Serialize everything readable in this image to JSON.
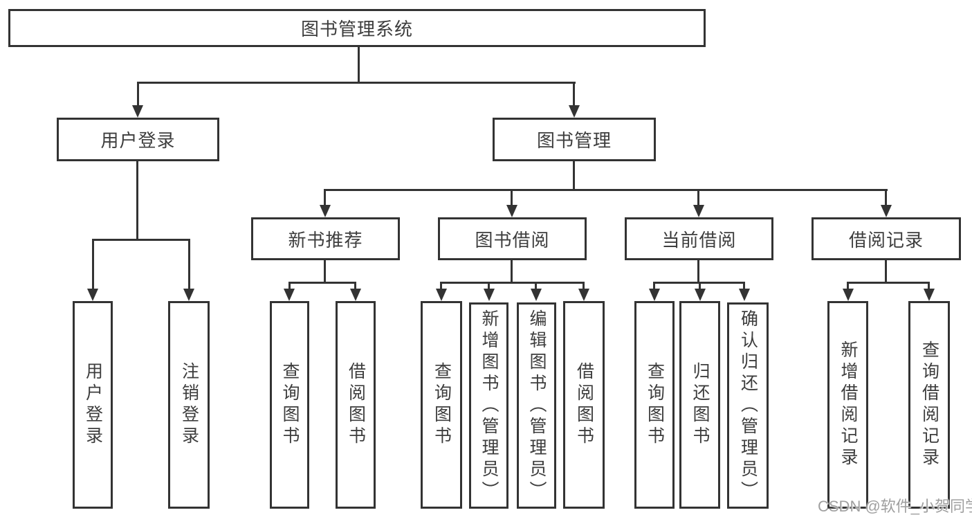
{
  "diagram": {
    "title": "图书管理系统",
    "root": {
      "label": "图书管理系统"
    },
    "level1": [
      {
        "id": "user-login",
        "label": "用户登录"
      },
      {
        "id": "book-management",
        "label": "图书管理"
      }
    ],
    "level2": [
      {
        "id": "new-book-recommendation",
        "label": "新书推荐"
      },
      {
        "id": "book-borrowing",
        "label": "图书借阅"
      },
      {
        "id": "current-borrowing",
        "label": "当前借阅"
      },
      {
        "id": "borrowing-records",
        "label": "借阅记录"
      }
    ],
    "leaves": [
      {
        "id": "user-login",
        "label": "用户登录"
      },
      {
        "id": "logout",
        "label": "注销登录"
      },
      {
        "id": "query-books-recommend",
        "label": "查询图书"
      },
      {
        "id": "borrow-books-recommend",
        "label": "借阅图书"
      },
      {
        "id": "query-books-borrow",
        "label": "查询图书"
      },
      {
        "id": "add-books-admin",
        "label": "新增图书（管理员）"
      },
      {
        "id": "edit-books-admin",
        "label": "编辑图书（管理员）"
      },
      {
        "id": "borrow-books",
        "label": "借阅图书"
      },
      {
        "id": "query-books-current",
        "label": "查询图书"
      },
      {
        "id": "return-books",
        "label": "归还图书"
      },
      {
        "id": "confirm-return-admin",
        "label": "确认归还（管理员）"
      },
      {
        "id": "add-borrow-record",
        "label": "新增借阅记录"
      },
      {
        "id": "query-borrow-record",
        "label": "查询借阅记录"
      }
    ]
  },
  "watermark": {
    "text": "CSDN @软件_小贺同学"
  },
  "colors": {
    "line": "#333333",
    "text": "#3d3d3d",
    "watermark_text": "#9f9f9f",
    "background": "#ffffff"
  }
}
